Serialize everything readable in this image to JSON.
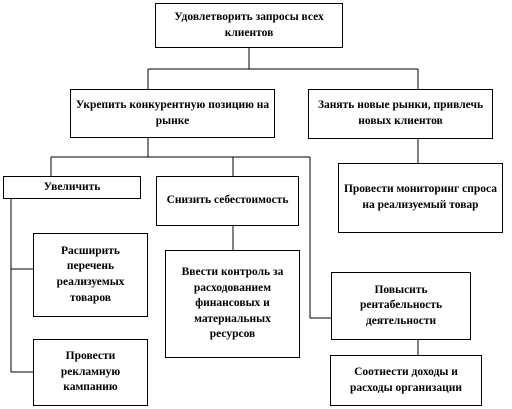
{
  "nodes": {
    "root": "Удовлетворить запросы всех клиентов",
    "strengthen": "Укрепить конкурентную позицию на рынке",
    "new_markets": "Занять новые рынки, привлечь новых клиентов",
    "increase": "Увеличить",
    "reduce_cost": "Снизить себестоимость",
    "monitor_demand": "Провести мониторинг спроса на реализуемый товар",
    "expand_list": "Расширить перечень реализуемых товаров",
    "cost_control": "Ввести контроль за расходованием финансовых и материальных ресурсов",
    "raise_profit": "Повысить рентабельность деятельности",
    "ad_campaign": "Провести рекламную кампанию",
    "compare_income": "Соотнести доходы и расходы организации"
  }
}
